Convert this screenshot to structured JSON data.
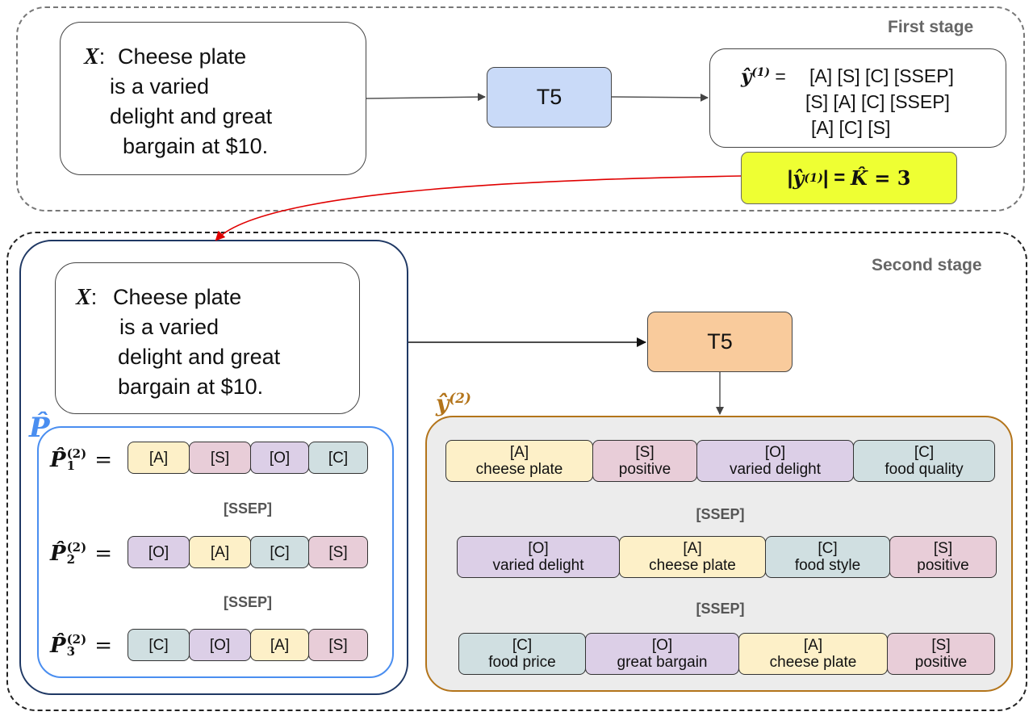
{
  "stages": {
    "first_label": "First stage",
    "second_label": "Second stage"
  },
  "input": {
    "var": "X",
    "sep": ":",
    "lines": [
      "Cheese plate",
      "is a varied",
      "delight and great",
      "bargain at $10."
    ]
  },
  "model": {
    "stage1_label": "T5",
    "stage2_label": "T5"
  },
  "first_output": {
    "symbol": "ŷ",
    "superscript": "(1)",
    "equals": "=",
    "lines": [
      "[A] [S] [C] [SSEP]",
      "[S] [A] [C] [SSEP]",
      "[A] [C] [S]"
    ]
  },
  "k_estimate": {
    "bar_open": "|",
    "symbol": "ŷ",
    "superscript": "(1)",
    "bar_close": "|",
    "equals1": " = ",
    "k_symbol": "K̂",
    "equals2": " = ",
    "value": "3"
  },
  "prompts": {
    "label": "P̂",
    "ssep": "[SSEP]",
    "items": [
      {
        "name": "P̂",
        "sup": "(2)",
        "sub": "1",
        "eq": "=",
        "tokens": [
          {
            "text": "[A]",
            "type": "A"
          },
          {
            "text": "[S]",
            "type": "S"
          },
          {
            "text": "[O]",
            "type": "O"
          },
          {
            "text": "[C]",
            "type": "C"
          }
        ]
      },
      {
        "name": "P̂",
        "sup": "(2)",
        "sub": "2",
        "eq": "=",
        "tokens": [
          {
            "text": "[O]",
            "type": "O"
          },
          {
            "text": "[A]",
            "type": "A"
          },
          {
            "text": "[C]",
            "type": "C"
          },
          {
            "text": "[S]",
            "type": "S"
          }
        ]
      },
      {
        "name": "P̂",
        "sup": "(2)",
        "sub": "3",
        "eq": "=",
        "tokens": [
          {
            "text": "[C]",
            "type": "C"
          },
          {
            "text": "[O]",
            "type": "O"
          },
          {
            "text": "[A]",
            "type": "A"
          },
          {
            "text": "[S]",
            "type": "S"
          }
        ]
      }
    ]
  },
  "second_output": {
    "symbol": "ŷ",
    "superscript": "(2)",
    "ssep": "[SSEP]",
    "rows": [
      [
        {
          "tag": "[A]",
          "value": "cheese plate",
          "type": "A"
        },
        {
          "tag": "[S]",
          "value": "positive",
          "type": "S"
        },
        {
          "tag": "[O]",
          "value": "varied delight",
          "type": "O"
        },
        {
          "tag": "[C]",
          "value": "food quality",
          "type": "C"
        }
      ],
      [
        {
          "tag": "[O]",
          "value": "varied delight",
          "type": "O"
        },
        {
          "tag": "[A]",
          "value": "cheese plate",
          "type": "A"
        },
        {
          "tag": "[C]",
          "value": "food style",
          "type": "C"
        },
        {
          "tag": "[S]",
          "value": "positive",
          "type": "S"
        }
      ],
      [
        {
          "tag": "[C]",
          "value": "food price",
          "type": "C"
        },
        {
          "tag": "[O]",
          "value": "great bargain",
          "type": "O"
        },
        {
          "tag": "[A]",
          "value": "cheese plate",
          "type": "A"
        },
        {
          "tag": "[S]",
          "value": "positive",
          "type": "S"
        }
      ]
    ]
  },
  "colors": {
    "t5_stage1": "#c9daf8",
    "t5_stage2": "#f9cb9c",
    "k_box": "#eeff33",
    "prompt_border": "#4a8ef0",
    "output_border": "#b3741a",
    "output_bg": "#ececec",
    "second_frame": "#1f3864",
    "feedback_arrow": "#e00000"
  }
}
